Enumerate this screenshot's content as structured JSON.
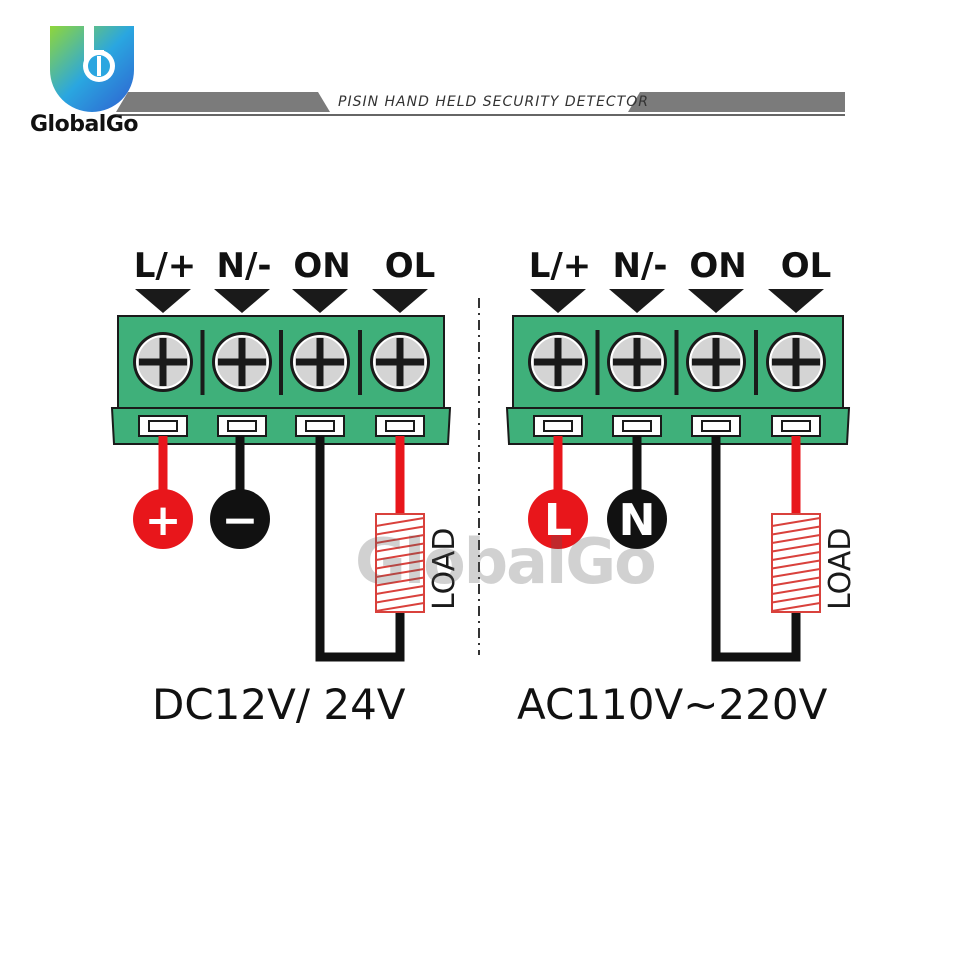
{
  "brand": {
    "name": "GlobalGo",
    "logo_icon": "globalgo-logo-icon"
  },
  "header": {
    "title": "PISIN HAND HELD SECURITY DETECTOR"
  },
  "watermark": {
    "text": "GlobalGo"
  },
  "colors": {
    "terminal_green": "#3fb07a",
    "terminal_dark": "#1a1a1a",
    "wire_red": "#e8161b",
    "wire_black": "#111111",
    "load_coil": "#d9413c",
    "header_bar": "#7b7b7b"
  },
  "diagrams": [
    {
      "title": "DC12V/ 24V",
      "terminals": [
        {
          "label": "L/+"
        },
        {
          "label": "N/-"
        },
        {
          "label": "ON"
        },
        {
          "label": "OL"
        }
      ],
      "sources": [
        {
          "symbol": "+",
          "color": "#e8161b"
        },
        {
          "symbol": "−",
          "color": "#111111"
        }
      ],
      "load_label": "LOAD"
    },
    {
      "title": "AC110V~220V",
      "terminals": [
        {
          "label": "L/+"
        },
        {
          "label": "N/-"
        },
        {
          "label": "ON"
        },
        {
          "label": "OL"
        }
      ],
      "sources": [
        {
          "symbol": "L",
          "color": "#e8161b"
        },
        {
          "symbol": "N",
          "color": "#111111"
        }
      ],
      "load_label": "LOAD"
    }
  ]
}
